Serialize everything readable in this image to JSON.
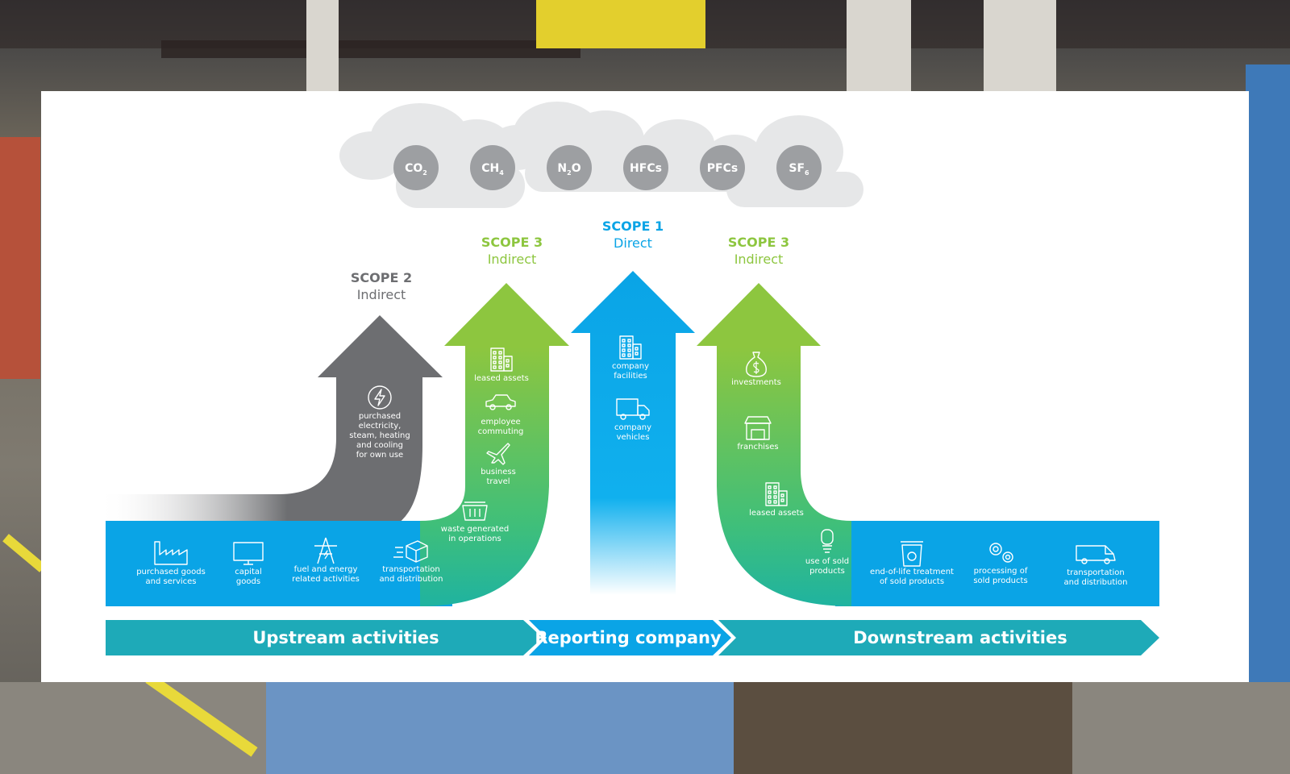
{
  "colors": {
    "scope1": "#0aa4e6",
    "scope2": "#6d6e71",
    "scope3": "#8dc63f",
    "band": "#1eaab8",
    "band_mid": "#0aa4e6",
    "strip": "#0aa4e6",
    "gas_circle": "#9d9fa2",
    "cloud": "#e6e7e8"
  },
  "gases": [
    {
      "base": "CO",
      "sub": "2",
      "after": ""
    },
    {
      "base": "CH",
      "sub": "4",
      "after": ""
    },
    {
      "base": "N",
      "sub": "2",
      "after": "O"
    },
    {
      "base": "HFCs",
      "sub": "",
      "after": ""
    },
    {
      "base": "PFCs",
      "sub": "",
      "after": ""
    },
    {
      "base": "SF",
      "sub": "6",
      "after": ""
    }
  ],
  "scopes": {
    "scope2": {
      "title": "SCOPE 2",
      "subtitle": "Indirect"
    },
    "scope3_up": {
      "title": "SCOPE 3",
      "subtitle": "Indirect"
    },
    "scope1": {
      "title": "SCOPE 1",
      "subtitle": "Direct"
    },
    "scope3_down": {
      "title": "SCOPE 3",
      "subtitle": "Indirect"
    }
  },
  "scope2_items": [
    {
      "icon": "lightning-icon",
      "lines": [
        "purchased",
        "electricity,",
        "steam, heating",
        "and cooling",
        "for own use"
      ]
    }
  ],
  "scope3_up_items": [
    {
      "icon": "building-icon",
      "lines": [
        "leased assets"
      ]
    },
    {
      "icon": "car-icon",
      "lines": [
        "employee",
        "commuting"
      ]
    },
    {
      "icon": "airplane-icon",
      "lines": [
        "business",
        "travel"
      ]
    },
    {
      "icon": "dumpster-icon",
      "lines": [
        "waste generated",
        "in operations"
      ]
    }
  ],
  "scope1_items": [
    {
      "icon": "building-icon",
      "lines": [
        "company",
        "facilities"
      ]
    },
    {
      "icon": "truck-icon",
      "lines": [
        "company",
        "vehicles"
      ]
    }
  ],
  "scope3_down_items": [
    {
      "icon": "money-bag-icon",
      "lines": [
        "investments"
      ]
    },
    {
      "icon": "storefront-icon",
      "lines": [
        "franchises"
      ]
    },
    {
      "icon": "building-icon",
      "lines": [
        "leased assets"
      ]
    }
  ],
  "upstream_strip": [
    {
      "icon": "factory-icon",
      "lines": [
        "purchased goods",
        "and services"
      ]
    },
    {
      "icon": "monitor-icon",
      "lines": [
        "capital",
        "goods"
      ]
    },
    {
      "icon": "power-pylon-icon",
      "lines": [
        "fuel and energy",
        "related activities"
      ]
    },
    {
      "icon": "moving-box-icon",
      "lines": [
        "transportation",
        "and distribution"
      ]
    }
  ],
  "downstream_strip": [
    {
      "icon": "light-bulb-icon",
      "lines": [
        "use of sold",
        "products"
      ]
    },
    {
      "icon": "recycle-bin-icon",
      "lines": [
        "end-of-life treatment",
        "of sold products"
      ]
    },
    {
      "icon": "gears-icon",
      "lines": [
        "processing of",
        "sold products"
      ]
    },
    {
      "icon": "van-icon",
      "lines": [
        "transportation",
        "and distribution"
      ]
    }
  ],
  "bands": {
    "upstream": "Upstream activities",
    "reporting": "Reporting company",
    "downstream": "Downstream activities"
  }
}
